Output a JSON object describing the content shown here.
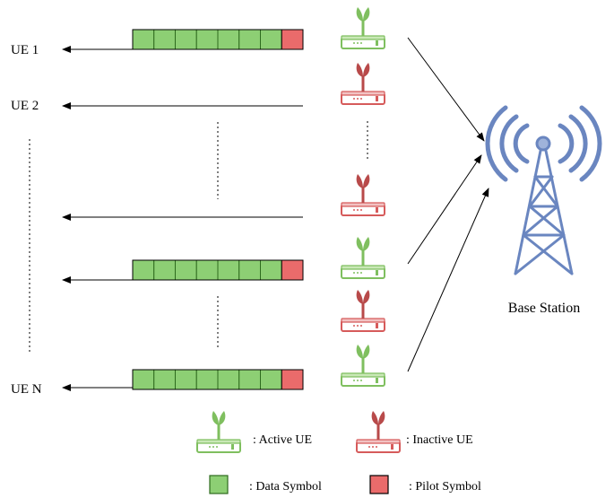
{
  "ue_labels": {
    "ue1": "UE 1",
    "ue2": "UE 2",
    "uen": "UE N"
  },
  "base_station_label": "Base Station",
  "rows": [
    {
      "state": "active",
      "symbols": 8,
      "pilot": true,
      "label": "ue1"
    },
    {
      "state": "inactive",
      "symbols": 0,
      "pilot": false,
      "label": "ue2"
    },
    {
      "state": "inactive",
      "symbols": 0,
      "pilot": false,
      "label": ""
    },
    {
      "state": "active",
      "symbols": 8,
      "pilot": true,
      "label": ""
    },
    {
      "state": "inactive",
      "symbols": 0,
      "pilot": false,
      "label": ""
    },
    {
      "state": "active",
      "symbols": 8,
      "pilot": true,
      "label": "uen"
    }
  ],
  "legend": {
    "active_ue": ": Active UE",
    "inactive_ue": ": Inactive UE",
    "data_symbol": ": Data Symbol",
    "pilot_symbol": ": Pilot Symbol"
  },
  "colors": {
    "data_fill": "#8dcf74",
    "data_stroke": "#2e6b1e",
    "pilot_fill": "#ea6b6b",
    "active_ue": "#7fbf5f",
    "inactive_ue": "#b84a4a",
    "tower": "#6a86c0"
  },
  "icons": {
    "active": "router-active-icon",
    "inactive": "router-inactive-icon",
    "tower": "cell-tower-icon"
  }
}
